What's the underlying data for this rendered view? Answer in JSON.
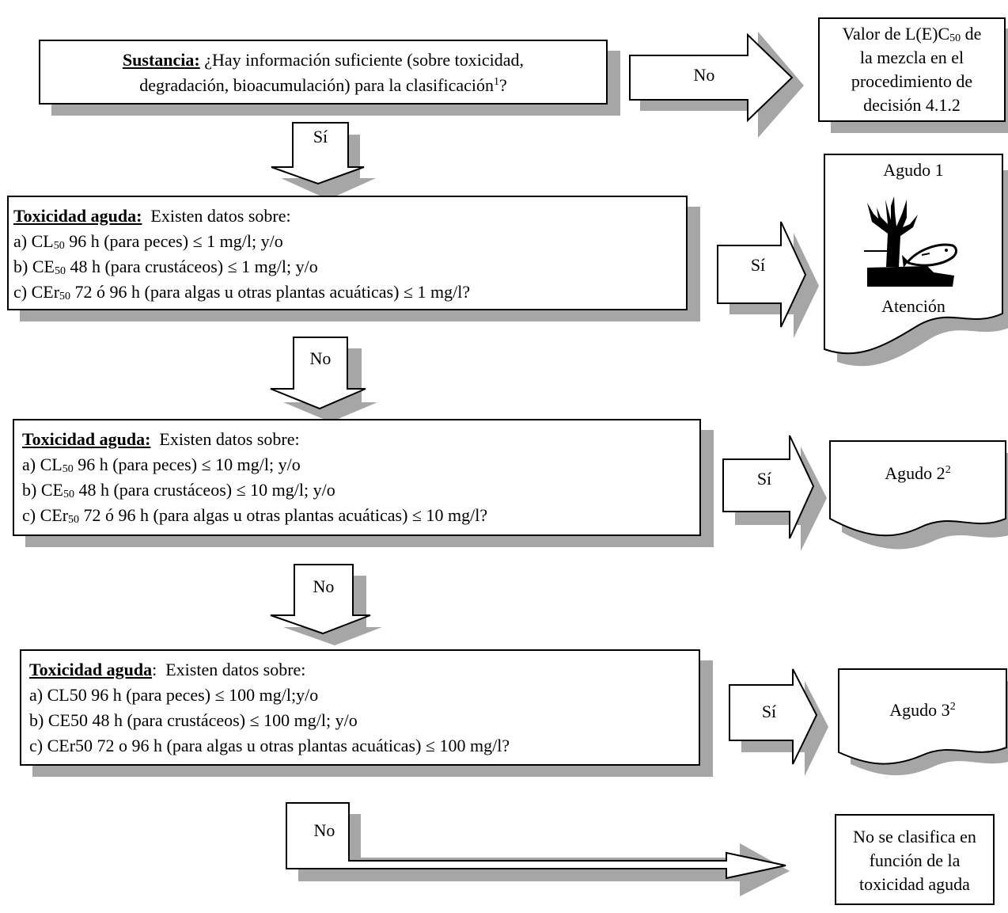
{
  "substance_box": {
    "title": "Sustancia:",
    "line1": "¿Hay información suficiente (sobre toxicidad,",
    "line2": "degradación, bioacumulación) para la clasificación",
    "footnote": "1",
    "line2_end": "?"
  },
  "arrow_no_top": "No",
  "arrow_si_1": "Sí",
  "mixture_box": {
    "line1_a": "Valor de L(E)C",
    "line1_sub": "50",
    "line1_b": " de",
    "line2": "la mezcla en el",
    "line3": "procedimiento de",
    "line4": "decisión 4.1.2"
  },
  "acute1_box": {
    "title": "Toxicidad aguda:",
    "intro": "Existen datos sobre:",
    "a_pre": "a) CL",
    "a_sub": "50",
    "a_post": " 96 h (para peces) ≤ 1 mg/l; y/o",
    "b_pre": "b) CE",
    "b_sub": "50",
    "b_post": " 48 h (para crustáceos) ≤ 1 mg/l; y/o",
    "c_pre": "c) CEr",
    "c_sub": "50",
    "c_post": " 72 ó 96 h (para algas u otras plantas acuáticas) ≤ 1 mg/l?"
  },
  "arrow_si_2": "Sí",
  "result_1": {
    "top": "Agudo 1",
    "bottom": "Atención",
    "icon": "environment-hazard-pictogram"
  },
  "arrow_no_2": "No",
  "acute2_box": {
    "title": "Toxicidad aguda:",
    "intro": "Existen datos sobre:",
    "a_pre": "a) CL",
    "a_sub": "50",
    "a_post": " 96 h (para peces) ≤ 10 mg/l; y/o",
    "b_pre": "b) CE",
    "b_sub": "50",
    "b_post": " 48 h (para crustáceos) ≤ 10 mg/l; y/o",
    "c_pre": "c) CEr",
    "c_sub": "50",
    "c_post": " 72 ó 96 h (para algas u otras plantas acuáticas) ≤ 10 mg/l?"
  },
  "arrow_si_3": "Sí",
  "result_2": {
    "text": "Agudo 2",
    "footnote": "2"
  },
  "arrow_no_3": "No",
  "acute3_box": {
    "title": "Toxicidad aguda",
    "title_colon": ":",
    "intro": "Existen datos sobre:",
    "a": "a) CL50 96 h (para peces) ≤ 100 mg/l;y/o",
    "b": "b) CE50 48 h (para crustáceos) ≤ 100 mg/l; y/o",
    "c": "c) CEr50 72 o 96 h (para algas u otras plantas acuáticas) ≤ 100 mg/l?"
  },
  "arrow_si_4": "Sí",
  "result_3": {
    "text": "Agudo 3",
    "footnote": "2"
  },
  "arrow_no_4": "No",
  "not_classified_box": {
    "line1": "No se clasifica en",
    "line2": "función de la",
    "line3": "toxicidad aguda"
  }
}
